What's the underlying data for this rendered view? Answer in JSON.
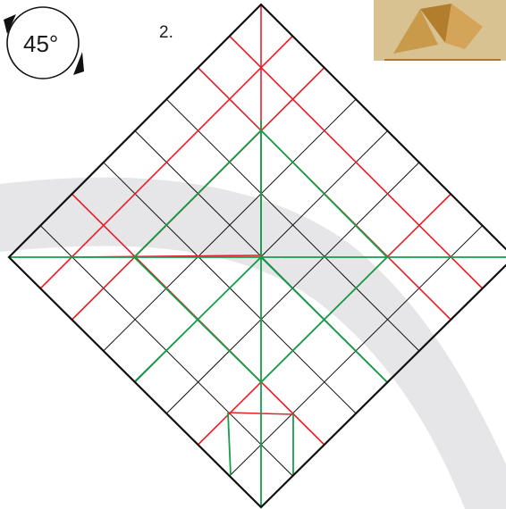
{
  "step": {
    "label": "2."
  },
  "rotation": {
    "text": "45°",
    "icon": "rotate-arrows-icon"
  },
  "photo": {
    "description_icon": "folded-model-photo"
  },
  "colors": {
    "grid": "#111111",
    "border": "#111111",
    "valley_fold": "#e8202a",
    "mountain_fold": "#12a04a",
    "background_swoosh": "#e6e6e8",
    "photo_tan": "#c89a4a"
  }
}
